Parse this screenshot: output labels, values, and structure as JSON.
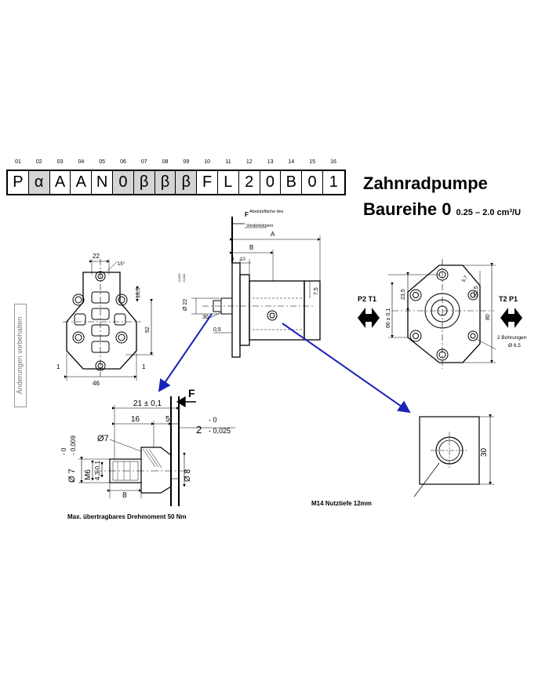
{
  "code": {
    "indices": [
      "01",
      "02",
      "03",
      "04",
      "05",
      "06",
      "07",
      "08",
      "09",
      "10",
      "11",
      "12",
      "13",
      "14",
      "15",
      "16"
    ],
    "cells": [
      "P",
      "α",
      "A",
      "A",
      "N",
      "0",
      "β",
      "β",
      "β",
      "F",
      "L",
      "2",
      "0",
      "B",
      "0",
      "1"
    ],
    "shaded": [
      false,
      true,
      false,
      false,
      false,
      true,
      true,
      true,
      true,
      false,
      false,
      false,
      false,
      false,
      false,
      false
    ]
  },
  "header": {
    "title_line1": "Zahnradpumpe",
    "title_line2": "Baureihe 0",
    "range": "0.25 – 2.0 cm³/U"
  },
  "side_note": "Änderungen vorbehalten",
  "front_view": {
    "dims": [
      "22",
      "15°",
      "18,5",
      "52",
      "1",
      "1",
      "46"
    ]
  },
  "side_view": {
    "support_note_line1": "Abstützfläche des",
    "support_note_line2": "Vorderkörpers",
    "dims": [
      "F",
      "A",
      "B",
      "4",
      "10",
      "Ø 22",
      "-0,020",
      "-0,041",
      "30",
      "0,5",
      "7,5"
    ]
  },
  "rear_view": {
    "dims": [
      "23,5",
      "32,5",
      "66 ± 0,1",
      "80",
      "5,7"
    ],
    "port_labels_left": "P2  T1",
    "port_labels_right": "T2  P1",
    "bore_line1": "2 Bohrungen",
    "bore_line2": "Ø 6,5"
  },
  "shaft_detail": {
    "dims": [
      "F",
      "21 ± 0,1",
      "16",
      "5",
      "2",
      "- 0",
      "- 0,025",
      "Ø7",
      "Ø 7",
      "- 0",
      "- 0,009",
      "M6",
      "4,3-0,1",
      "Ø 8",
      "8"
    ],
    "caption": "Max. übertragbares Drehmoment 50 Nm"
  },
  "port_detail": {
    "dims": [
      "30"
    ],
    "caption": "M14 Nutztiefe 12mm"
  },
  "colors": {
    "arrow": "#1a23b8",
    "shade": "#d4d4d4"
  }
}
